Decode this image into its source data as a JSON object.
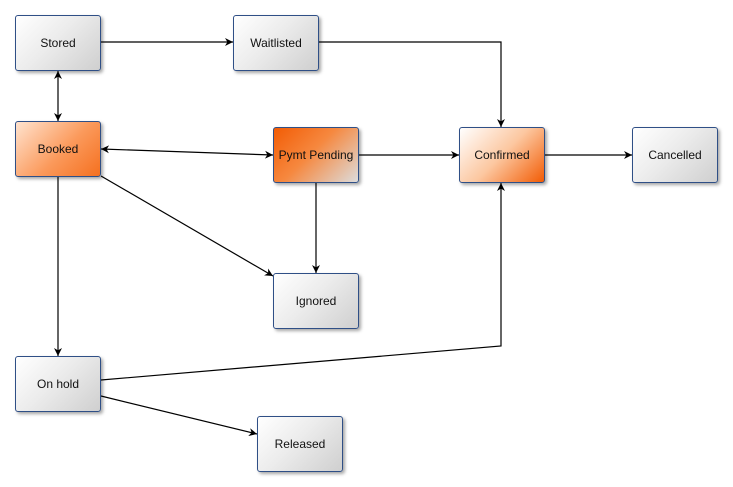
{
  "diagram": {
    "nodes": [
      {
        "id": "stored",
        "label": "Stored",
        "style": "gray"
      },
      {
        "id": "waitlisted",
        "label": "Waitlisted",
        "style": "gray"
      },
      {
        "id": "booked",
        "label": "Booked",
        "style": "booked"
      },
      {
        "id": "pymt_pending",
        "label": "Pymt Pending",
        "style": "pending"
      },
      {
        "id": "confirmed",
        "label": "Confirmed",
        "style": "confirmed"
      },
      {
        "id": "cancelled",
        "label": "Cancelled",
        "style": "gray"
      },
      {
        "id": "ignored",
        "label": "Ignored",
        "style": "gray"
      },
      {
        "id": "on_hold",
        "label": "On hold",
        "style": "gray"
      },
      {
        "id": "released",
        "label": "Released",
        "style": "gray"
      }
    ],
    "edges": [
      {
        "from": "stored",
        "to": "waitlisted",
        "bidirectional": false
      },
      {
        "from": "waitlisted",
        "to": "confirmed",
        "bidirectional": false
      },
      {
        "from": "stored",
        "to": "booked",
        "bidirectional": true
      },
      {
        "from": "booked",
        "to": "pymt_pending",
        "bidirectional": true
      },
      {
        "from": "pymt_pending",
        "to": "confirmed",
        "bidirectional": false
      },
      {
        "from": "confirmed",
        "to": "cancelled",
        "bidirectional": false
      },
      {
        "from": "booked",
        "to": "ignored",
        "bidirectional": false
      },
      {
        "from": "pymt_pending",
        "to": "ignored",
        "bidirectional": false
      },
      {
        "from": "booked",
        "to": "on_hold",
        "bidirectional": false
      },
      {
        "from": "on_hold",
        "to": "confirmed",
        "bidirectional": false
      },
      {
        "from": "on_hold",
        "to": "released",
        "bidirectional": false
      }
    ],
    "colors": {
      "border": "#2f4f86",
      "edge": "#000000",
      "accent_orange": "#f25c05"
    }
  }
}
